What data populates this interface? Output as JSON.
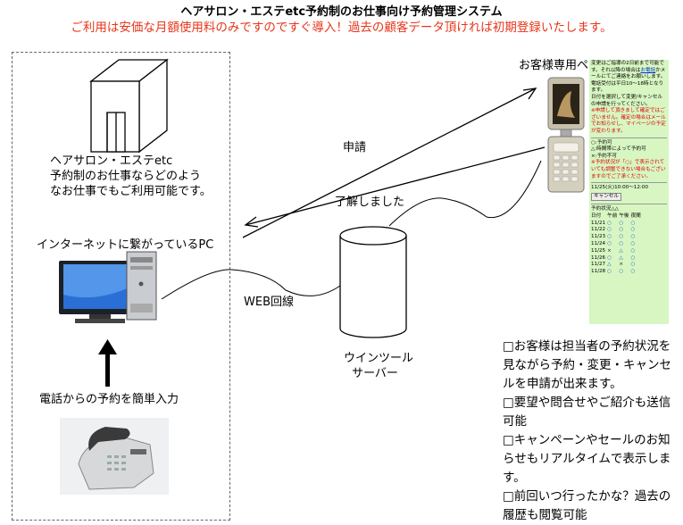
{
  "header": {
    "title": "ヘアサロン・エステetc予約制のお仕事向け予約管理システム",
    "subtitle": "ご利用は安価な月額使用料のみですのですぐ導入！過去の顧客データ頂ければ初期登録いたします。"
  },
  "left_panel": {
    "description_lines": [
      "ヘアサロン・エステetc",
      "予約制のお仕事ならどのよう",
      "なお仕事でもご利用可能です。"
    ],
    "pc_label": "インターネットに繋がっているPC",
    "phone_entry_label": "電話からの予約を簡単入力"
  },
  "flow": {
    "apply_label": "申請",
    "ok_label": "了解しました",
    "web_line_label": "WEB回線"
  },
  "server": {
    "label_lines": [
      "ウインツール",
      "サーバー"
    ]
  },
  "customer_page": {
    "label": "お客様専用ページ",
    "screen": {
      "intro_before_link": "変更はご指導の2日前まで可能です。それ以降の場合は",
      "intro_link": "お電話",
      "intro_after_link": "かメールにてご連絡をお願いします。電話受付は平日10〜18時となります。",
      "intro2": "日付を選択して変更/キャンセルの申請を行ってください。",
      "red_note": "※申請して頂きまして確定ではございません。確定の場合はメールでお知らせし、マイページの予定が変わります。",
      "legend": [
        "○:予約可",
        "△:時間帯によって予約可",
        "×:予約不可"
      ],
      "red_note2": "※予約状況が「○」で表示されていても調整できない場合もございますのでご了承ください。",
      "selected_slot": "11/25(火)10:00〜12:00",
      "cancel_button": "キャンセル",
      "status_title": "予約状況△△",
      "table_headers": [
        "日付",
        "午前",
        "午後",
        "夜間"
      ],
      "rows": [
        {
          "date": "11/21",
          "marks": [
            "○",
            "○",
            "○"
          ]
        },
        {
          "date": "11/22",
          "marks": [
            "○",
            "○",
            "○"
          ]
        },
        {
          "date": "11/23",
          "marks": [
            "○",
            "○",
            "○"
          ]
        },
        {
          "date": "11/24",
          "marks": [
            "○",
            "○",
            "○"
          ]
        },
        {
          "date": "11/25",
          "marks": [
            "×",
            "△",
            "○"
          ]
        },
        {
          "date": "11/26",
          "marks": [
            "○",
            "△",
            "○"
          ]
        },
        {
          "date": "11/27",
          "marks": [
            "△",
            "×",
            "○"
          ]
        },
        {
          "date": "11/28",
          "marks": [
            "○",
            "○",
            "○"
          ]
        }
      ]
    }
  },
  "features": [
    "□お客様は担当者の予約状況を見ながら予約・変更・キャンセルを申請が出来ます。",
    "□要望や問合せやご紹介も送信可能",
    "□キャンペーンやセールのお知らせもリアルタイムで表示します。",
    "□前回いつ行ったかな？過去の履歴も閲覧可能"
  ],
  "icons": [
    "building-icon",
    "pc-icon",
    "office-phone-icon",
    "database-cylinder-icon",
    "flip-phone-icon",
    "up-arrow-icon"
  ]
}
